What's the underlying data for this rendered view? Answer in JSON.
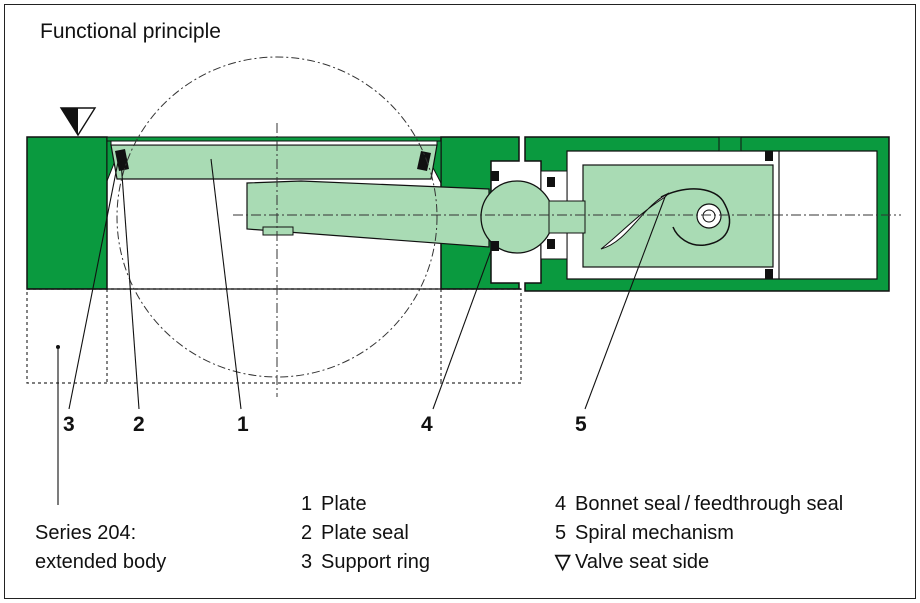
{
  "title": "Functional principle",
  "callouts": {
    "c3": "3",
    "c2": "2",
    "c1": "1",
    "c4": "4",
    "c5": "5"
  },
  "legend": {
    "col1": [
      {
        "num": "1",
        "label": "Plate"
      },
      {
        "num": "2",
        "label": "Plate seal"
      },
      {
        "num": "3",
        "label": "Support ring"
      }
    ],
    "col2": [
      {
        "num": "4",
        "label": "Bonnet seal / feedthrough seal"
      },
      {
        "num": "5",
        "label": "Spiral mechanism"
      },
      {
        "num": "▽",
        "label": "Valve seat side"
      }
    ]
  },
  "series_note": {
    "line1": "Series 204:",
    "line2": "extended body"
  },
  "colors": {
    "body_green": "#0a9a3f",
    "part_green": "#a9dbb4",
    "outline": "#111111"
  }
}
